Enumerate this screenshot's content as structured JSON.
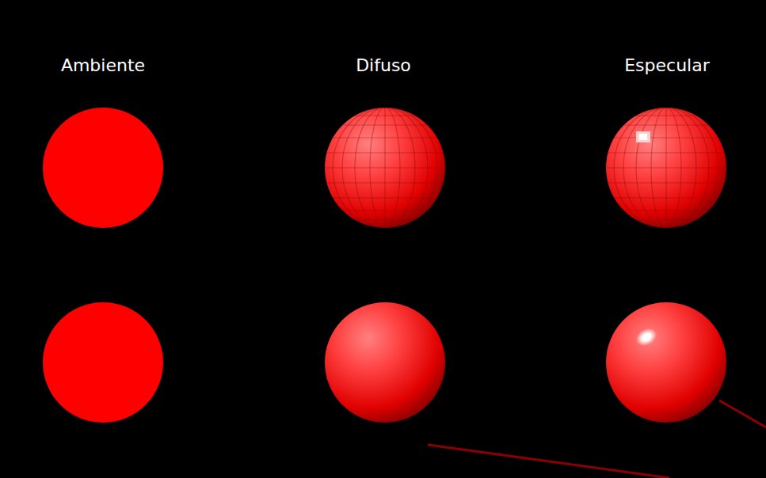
{
  "diagram": {
    "labels": [
      "Ambiente",
      "Difuso",
      "Especular"
    ]
  }
}
